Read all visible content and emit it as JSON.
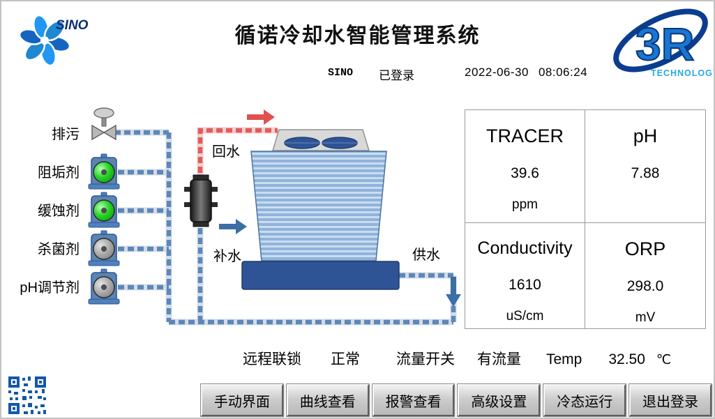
{
  "header": {
    "title": "循诺冷却水智能管理系统",
    "user": "SINO",
    "login_status": "已登录",
    "date": "2022-06-30",
    "time": "08:06:24",
    "logo_left_text": "SINO",
    "logo_right_text": "3R",
    "logo_right_sub": "TECHNOLOGY"
  },
  "diagram": {
    "blowdown_label": "排污",
    "pump_labels": [
      "阻垢剂",
      "缓蚀剂",
      "杀菌剂",
      "pH调节剂"
    ],
    "pump_states": [
      "running",
      "running",
      "stopped",
      "stopped"
    ],
    "return_water_label": "回水",
    "makeup_water_label": "补水",
    "supply_water_label": "供水",
    "colors": {
      "pipe_blue": "#5d87b8",
      "pipe_red": "#e15c5c",
      "pump_running": "#28d428",
      "pump_stopped": "#a8a8a8",
      "tower_fill": "#8fb3dc",
      "basin_fill": "#2f5496"
    }
  },
  "readings": [
    {
      "name": "TRACER",
      "value": "39.6",
      "unit": "ppm"
    },
    {
      "name": "pH",
      "value": "7.88",
      "unit": ""
    },
    {
      "name": "Conductivity",
      "value": "1610",
      "unit": "uS/cm"
    },
    {
      "name": "ORP",
      "value": "298.0",
      "unit": "mV"
    }
  ],
  "status_bar": {
    "interlock_label": "远程联锁",
    "interlock_value": "正常",
    "flow_label": "流量开关",
    "flow_value": "有流量",
    "temp_label": "Temp",
    "temp_value": "32.50",
    "temp_unit": "℃"
  },
  "buttons": [
    "手动界面",
    "曲线查看",
    "报警查看",
    "高级设置",
    "冷态运行",
    "退出登录"
  ]
}
